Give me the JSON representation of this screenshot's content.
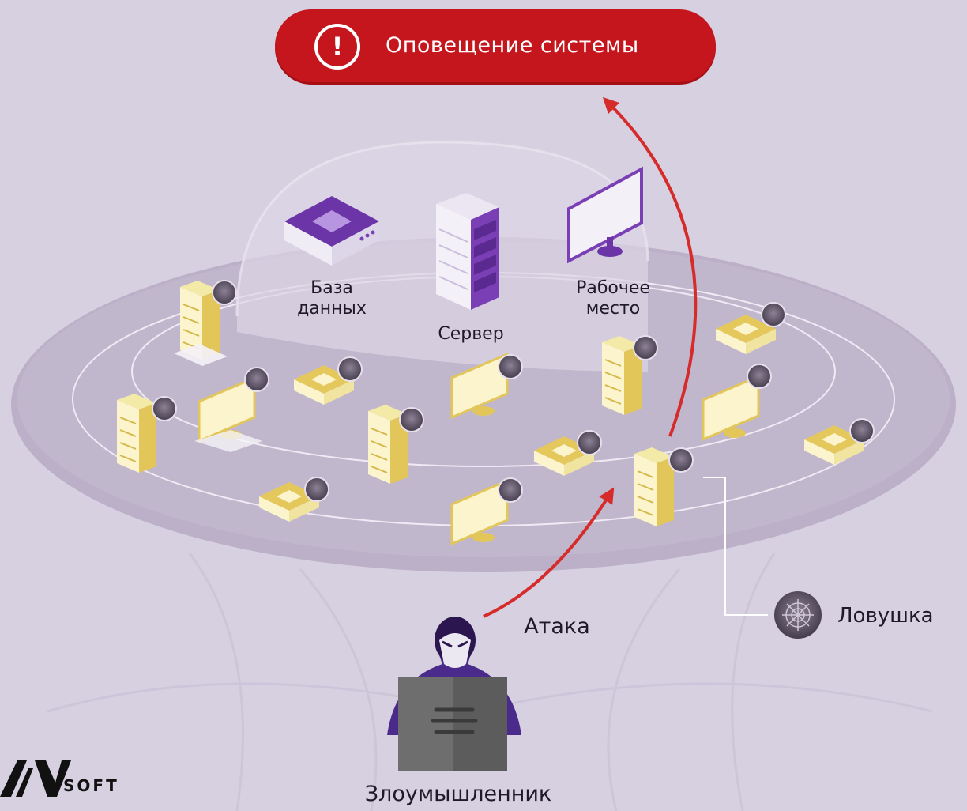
{
  "alert": {
    "text": "Оповещение системы",
    "icon": "exclamation-icon",
    "color": "#c4161c"
  },
  "assets": {
    "database": "База\nданных",
    "server": "Сервер",
    "workstation": "Рабочее\nместо"
  },
  "attack": {
    "label": "Атака",
    "arrow_color": "#d62b2b"
  },
  "attacker": {
    "label": "Злоумышленник"
  },
  "legend": {
    "label": "Ловушка",
    "icon": "trap-web-icon"
  },
  "logo": {
    "text": "SOFT",
    "mark": "av-logo-icon"
  },
  "colors": {
    "background": "#d6d0e0",
    "protected_asset": "#7a3fb5",
    "decoy": "#e8d884",
    "trap_badge": "#5a5060"
  }
}
